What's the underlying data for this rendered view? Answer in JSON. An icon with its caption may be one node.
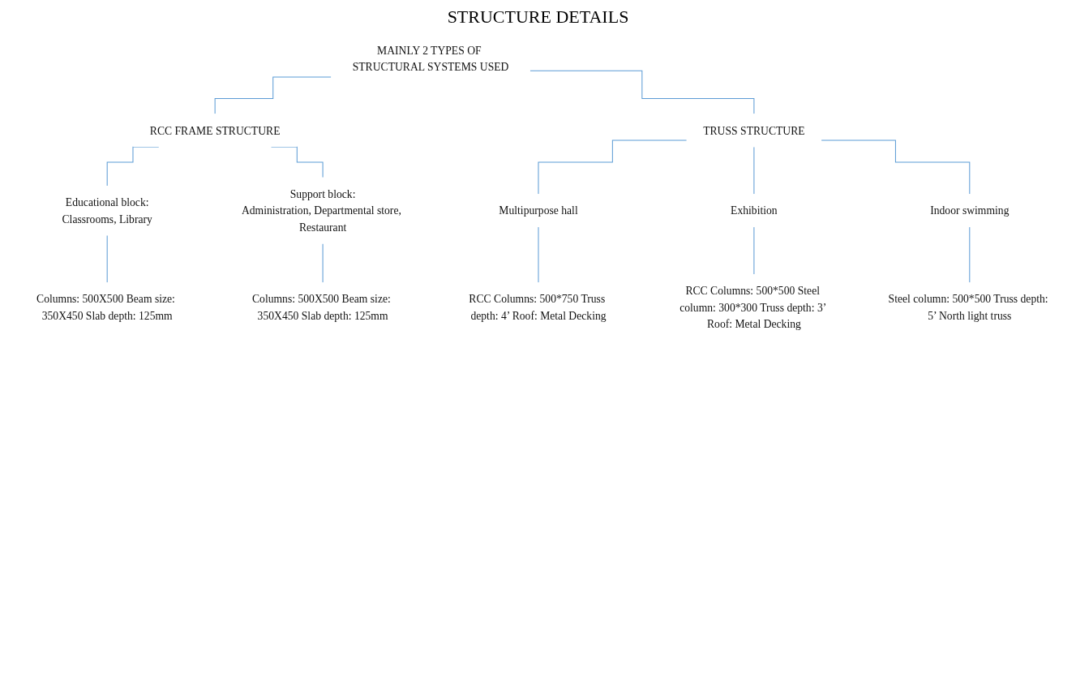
{
  "diagram": {
    "title": "STRUCTURE DETAILS",
    "nodes": [
      {
        "text": [
          "MAINLY 2 TYPES OF STRUCTURAL SYSTEMS USED"
        ]
      },
      {
        "text": [
          "RCC FRAME STRUCTURE"
        ]
      },
      {
        "text": [
          "TRUSS STRUCTURE"
        ]
      },
      {
        "text": [
          "Educational block:",
          "Classrooms, Library"
        ]
      },
      {
        "text": [
          "Support block:",
          "Administration, Departmental store, Restaurant"
        ]
      },
      {
        "text": [
          "Multipurpose hall"
        ]
      },
      {
        "text": [
          "Exhibition"
        ]
      },
      {
        "text": [
          "Indoor swimming"
        ]
      },
      {
        "text": [
          "Columns: 500X500 Beam size: 350X450 Slab depth: 125mm"
        ]
      },
      {
        "text": [
          "Columns: 500X500 Beam size: 350X450 Slab depth: 125mm"
        ]
      },
      {
        "text": [
          "RCC Columns: 500*750 Truss depth: 4’ Roof: Metal Decking"
        ]
      },
      {
        "text": [
          "RCC Columns: 500*500 Steel column: 300*300 Truss depth: 3’ Roof: Metal Decking"
        ]
      },
      {
        "text": [
          "Steel column: 500*500 Truss depth: 5’ North light truss"
        ]
      }
    ],
    "edges": [
      {
        "from": 0,
        "to": 1,
        "arrow": "none"
      },
      {
        "from": 0,
        "to": 2,
        "arrow": "none"
      },
      {
        "from": 1,
        "to": 3,
        "arrow": "none"
      },
      {
        "from": 1,
        "to": 4,
        "arrow": "none"
      },
      {
        "from": 2,
        "to": 5,
        "arrow": "none"
      },
      {
        "from": 2,
        "to": 6,
        "arrow": "none"
      },
      {
        "from": 2,
        "to": 7,
        "arrow": "none"
      },
      {
        "from": 3,
        "to": 8,
        "arrow": "none"
      },
      {
        "from": 4,
        "to": 9,
        "arrow": "none"
      },
      {
        "from": 5,
        "to": 10,
        "arrow": "none"
      },
      {
        "from": 6,
        "to": 11,
        "arrow": "none"
      },
      {
        "from": 7,
        "to": 12,
        "arrow": "none"
      }
    ]
  }
}
